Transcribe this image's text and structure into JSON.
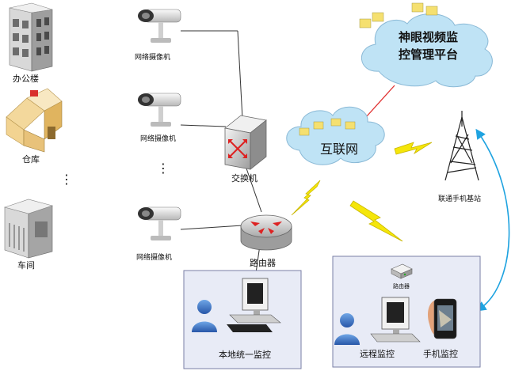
{
  "nodes": {
    "office": {
      "label": "办公楼"
    },
    "warehouse": {
      "label": "仓库"
    },
    "workshop": {
      "label": "车间"
    },
    "camera_1": {
      "label": "网络摄像机"
    },
    "camera_2": {
      "label": "网络摄像机"
    },
    "camera_3": {
      "label": "网络摄像机"
    },
    "switch": {
      "label": "交换机"
    },
    "router": {
      "label": "路由器"
    },
    "internet": {
      "label": "互联网"
    },
    "platform": {
      "line1": "神眼视频监",
      "line2": "控管理平台"
    },
    "base_station": {
      "label": "联通手机基站"
    },
    "local_monitor": {
      "label": "本地统一监控"
    },
    "remote_router": {
      "label": "路由器"
    },
    "remote_monitor": {
      "label": "远程监控"
    },
    "mobile_monitor": {
      "label": "手机监控"
    }
  },
  "ellipsis": "⋮",
  "colors": {
    "cloud_fill": "#bfe3f5",
    "cloud_stroke": "#8ab9d6",
    "box_fill": "#e8ebf6",
    "box_stroke": "#7a7fa6",
    "lightning": "#f5e60a",
    "red_line": "#e03030",
    "blue_arrow": "#1fa3e0"
  }
}
